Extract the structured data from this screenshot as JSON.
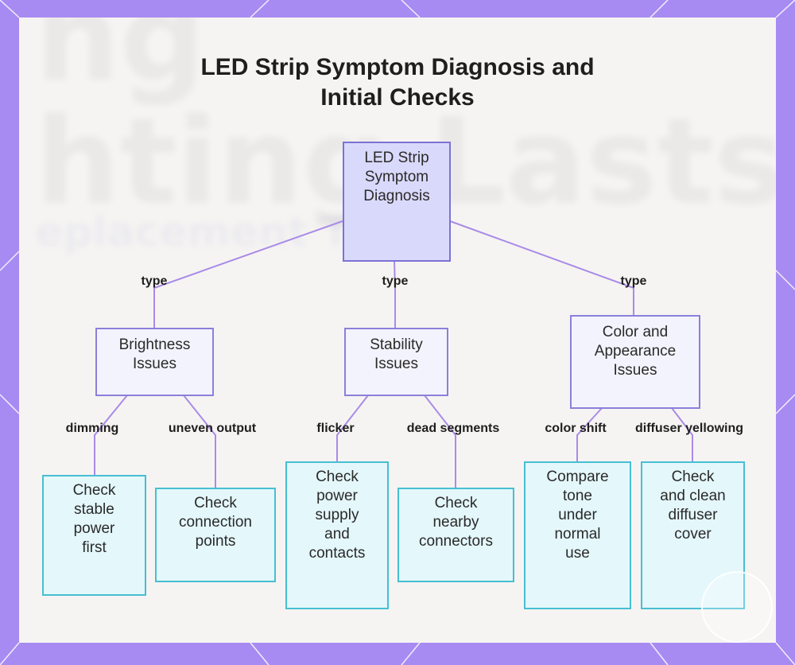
{
  "title": {
    "line1": "LED Strip Symptom Diagnosis and",
    "line2": "Initial Checks"
  },
  "background_text": {
    "line1": "ng",
    "line2": "hting Lasts",
    "line3": "eplacement T"
  },
  "root": {
    "line1": "LED Strip",
    "line2": "Symptom",
    "line3": "Diagnosis"
  },
  "edges": {
    "type_left": "type",
    "type_center": "type",
    "type_right": "type",
    "dimming": "dimming",
    "uneven_output": "uneven output",
    "flicker": "flicker",
    "dead_segments": "dead segments",
    "color_shift": "color shift",
    "diffuser_yellowing": "diffuser yellowing"
  },
  "categories": {
    "brightness": {
      "line1": "Brightness",
      "line2": "Issues"
    },
    "stability": {
      "line1": "Stability",
      "line2": "Issues"
    },
    "color": {
      "line1": "Color and",
      "line2": "Appearance",
      "line3": "Issues"
    }
  },
  "leaves": {
    "stable_power": {
      "line1": "Check",
      "line2": "stable",
      "line3": "power",
      "line4": "first"
    },
    "connection_points": {
      "line1": "Check",
      "line2": "connection",
      "line3": "points"
    },
    "power_supply": {
      "line1": "Check",
      "line2": "power",
      "line3": "supply",
      "line4": "and",
      "line5": "contacts"
    },
    "nearby_connectors": {
      "line1": "Check",
      "line2": "nearby",
      "line3": "connectors"
    },
    "compare_tone": {
      "line1": "Compare",
      "line2": "tone",
      "line3": "under",
      "line4": "normal",
      "line5": "use"
    },
    "clean_diffuser": {
      "line1": "Check",
      "line2": "and clean",
      "line3": "diffuser",
      "line4": "cover"
    }
  },
  "colors": {
    "frame": "#a78bf2",
    "card": "#f6f4f2",
    "root_fill": "#d9d9fb",
    "root_border": "#7c72d4",
    "category_border": "#8a80da",
    "leaf_fill": "#e4f7fb",
    "leaf_border": "#47bfd3",
    "connector": "#a98be8"
  }
}
